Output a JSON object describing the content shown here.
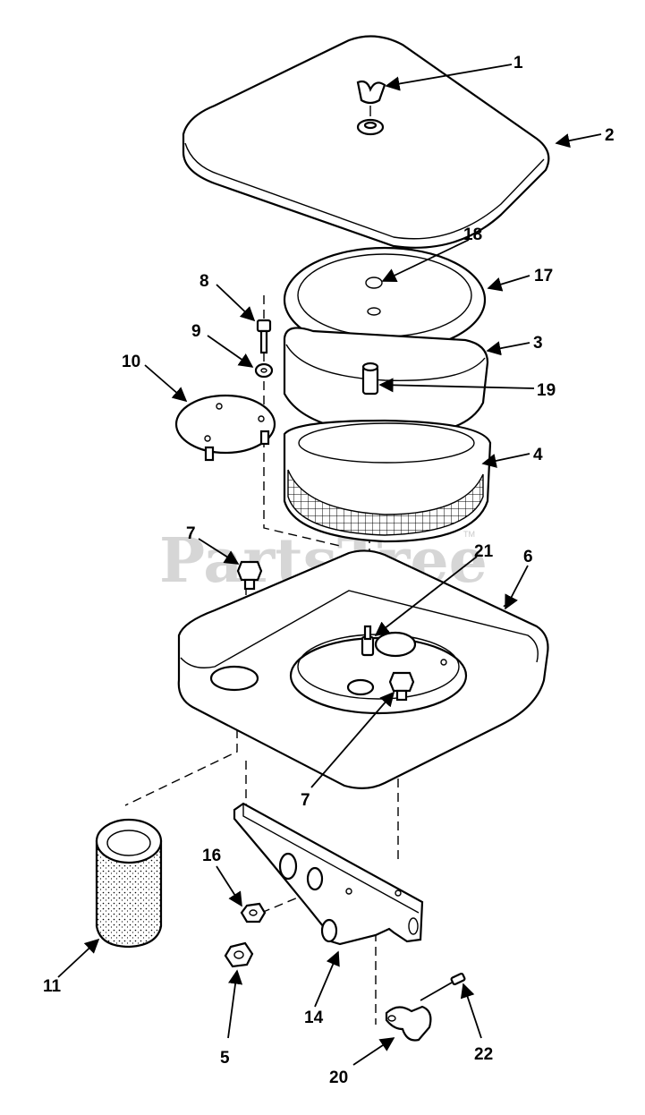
{
  "watermark": {
    "text": "PartsTree",
    "tm": "TM"
  },
  "callouts": [
    {
      "id": "c1",
      "label": "1"
    },
    {
      "id": "c2",
      "label": "2"
    },
    {
      "id": "c3",
      "label": "3"
    },
    {
      "id": "c4",
      "label": "4"
    },
    {
      "id": "c5",
      "label": "5"
    },
    {
      "id": "c6",
      "label": "6"
    },
    {
      "id": "c7a",
      "label": "7"
    },
    {
      "id": "c7b",
      "label": "7"
    },
    {
      "id": "c8",
      "label": "8"
    },
    {
      "id": "c9",
      "label": "9"
    },
    {
      "id": "c10",
      "label": "10"
    },
    {
      "id": "c11",
      "label": "11"
    },
    {
      "id": "c14",
      "label": "14"
    },
    {
      "id": "c16",
      "label": "16"
    },
    {
      "id": "c17",
      "label": "17"
    },
    {
      "id": "c18",
      "label": "18"
    },
    {
      "id": "c19",
      "label": "19"
    },
    {
      "id": "c20",
      "label": "20"
    },
    {
      "id": "c21",
      "label": "21"
    },
    {
      "id": "c22",
      "label": "22"
    }
  ],
  "parts": [
    {
      "name": "wing-nut",
      "callout": "1"
    },
    {
      "name": "air-cleaner-cover",
      "callout": "2"
    },
    {
      "name": "pre-cleaner-wrap",
      "callout": "3"
    },
    {
      "name": "air-filter-element",
      "callout": "4"
    },
    {
      "name": "hex-nut",
      "callout": "5"
    },
    {
      "name": "air-cleaner-base",
      "callout": "6"
    },
    {
      "name": "base-bolt",
      "callout": "7"
    },
    {
      "name": "cap-screw",
      "callout": "8"
    },
    {
      "name": "washer",
      "callout": "9"
    },
    {
      "name": "cover-plate",
      "callout": "10"
    },
    {
      "name": "intake-tube",
      "callout": "11"
    },
    {
      "name": "mounting-bracket",
      "callout": "14"
    },
    {
      "name": "lock-nut",
      "callout": "16"
    },
    {
      "name": "element-cover",
      "callout": "17"
    },
    {
      "name": "seal-washer",
      "callout": "18"
    },
    {
      "name": "spacer-tube",
      "callout": "19"
    },
    {
      "name": "clamp",
      "callout": "20"
    },
    {
      "name": "stud",
      "callout": "21"
    },
    {
      "name": "clamp-screw",
      "callout": "22"
    }
  ]
}
